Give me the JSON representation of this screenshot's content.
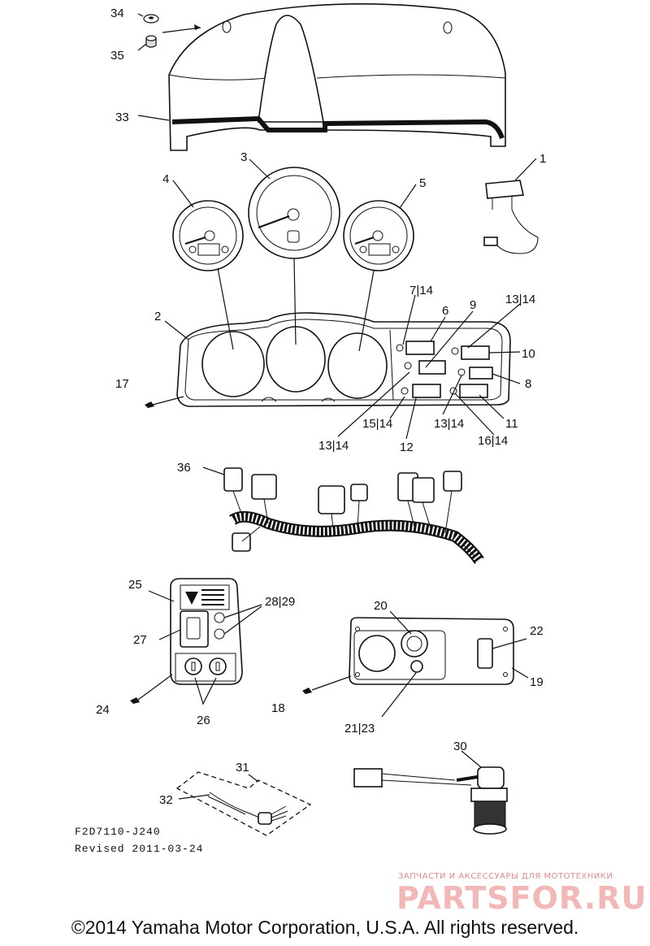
{
  "diagram": {
    "part_labels": [
      "34",
      "35",
      "33",
      "1",
      "3",
      "4",
      "5",
      "7|14",
      "6",
      "9",
      "13|14",
      "2",
      "10",
      "8",
      "17",
      "11",
      "15|14",
      "13|14",
      "16|14",
      "13|14",
      "12",
      "36",
      "25",
      "28|29",
      "20",
      "22",
      "27",
      "19",
      "24",
      "26",
      "18",
      "21|23",
      "31",
      "30",
      "32"
    ],
    "drawing_code": "F2D7110-J240",
    "revision": "Revised 2011-03-24"
  },
  "watermark": {
    "tagline": "ЗАПЧАСТИ И АКСЕССУАРЫ ДЛЯ МОТОТЕХНИКИ",
    "logo_text": "PARTSFOR.RU"
  },
  "footer": {
    "copyright": "©2014 Yamaha Motor Corporation, U.S.A. All rights reserved."
  }
}
